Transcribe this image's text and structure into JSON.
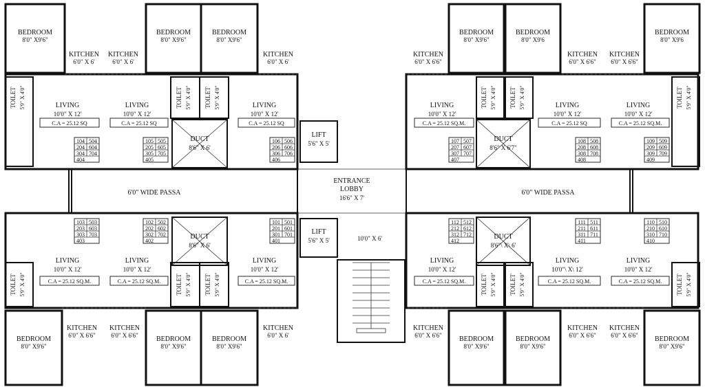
{
  "plan": {
    "lobby": {
      "label_top": "ENTRANCE",
      "label_bottom": "LOBBY",
      "dim": "16'6\" X 7'"
    },
    "lift_top": {
      "label": "LIFT",
      "dim": "5'6\" X 5'"
    },
    "lift_bottom": {
      "label": "LIFT",
      "dim": "5'6\" X 5'"
    },
    "stair": {
      "dim": "10'0\" X 6'"
    },
    "passage_left": "6'0\"  WIDE PASSA",
    "passage_right": "6'0\"  WIDE PASSA",
    "ducts": [
      {
        "label": "DUCT",
        "dim": "8'6\" X 6'"
      },
      {
        "label": "DUCT",
        "dim": "8'6\" X 6'7\""
      },
      {
        "label": "DUCT",
        "dim": "8'6\" X 6'"
      },
      {
        "label": "DUCT",
        "dim": "8'6\"\\ X\\ 6'"
      }
    ],
    "units": [
      {
        "bed": "BEDROOM",
        "bed_dim": "8'0\" X9'6\"",
        "kit": "KITCHEN",
        "kit_dim": "6'0\" X  6'",
        "liv": "LIVING",
        "liv_dim": "10'0\"  X  12'",
        "toilet": "TOILET",
        "toilet_dim": "5'9\" X 4'0\"",
        "ca": "C.A = 25.12 SQ",
        "nums": [
          "104",
          "504",
          "204",
          "604",
          "304",
          "704",
          "404"
        ]
      },
      {
        "bed": "BEDROOM",
        "bed_dim": "8'0\" X9'6\"",
        "kit": "KITCHEN",
        "kit_dim": "6'0\" X  6'",
        "liv": "LIVING",
        "liv_dim": "10'0\"  X  12'",
        "toilet": "TOILET",
        "toilet_dim": "5'9\" X 4'0\"",
        "ca": "C.A = 25.12 SQ",
        "nums": [
          "105",
          "505",
          "205",
          "605",
          "305",
          "705",
          "405"
        ]
      },
      {
        "bed": "BEDROOM",
        "bed_dim": "8'0\" X9'6\"",
        "kit": "KITCHEN",
        "kit_dim": "6'0\" X  6'",
        "liv": "LIVING",
        "liv_dim": "10'0\"  X  12'",
        "toilet": "TOILET",
        "toilet_dim": "5'9\" X 4'0\"",
        "ca": "C.A = 25.12 SQ",
        "nums": [
          "106",
          "506",
          "206",
          "606",
          "306",
          "706",
          "406"
        ]
      },
      {
        "bed": "BEDROOM",
        "bed_dim": "8'0\" X9'6\"",
        "kit": "KITCHEN",
        "kit_dim": "6'0\" X 6'6\"",
        "liv": "LIVING",
        "liv_dim": "10'0\"  X  12'",
        "toilet": "TOILET",
        "toilet_dim": "5'9\" X 4'0\"",
        "ca": "C.A = 25.12 SQ.M.",
        "nums": [
          "107",
          "507",
          "207",
          "607",
          "307",
          "707",
          "407"
        ]
      },
      {
        "bed": "BEDROOM",
        "bed_dim": "8'0\" X9'6",
        "kit": "KITCHEN",
        "kit_dim": "6'0\" X 6'6\"",
        "liv": "LIVING",
        "liv_dim": "10'0\"  X  12'",
        "toilet": "TOILET",
        "toilet_dim": "5'9\" X 4'0\"",
        "ca": "C.A = 25.12 SQ",
        "nums": [
          "108",
          "508",
          "208",
          "608",
          "308",
          "708",
          "408"
        ]
      },
      {
        "bed": "BEDROOM",
        "bed_dim": "8'0\" X9'6",
        "kit": "KITCHEN",
        "kit_dim": "6'0\" X 6'6\"",
        "liv": "LIVING",
        "liv_dim": "10'0\"  X  12'",
        "toilet": "TOILET",
        "toilet_dim": "5'9\" X 4'0\"",
        "ca": "C.A = 25.12 SQ.M.",
        "nums": [
          "109",
          "509",
          "209",
          "609",
          "309",
          "709",
          "409"
        ]
      },
      {
        "bed": "BEDROOM",
        "bed_dim": "8'0\" X9'6\"",
        "kit": "KITCHEN",
        "kit_dim": "6'0\" X 6'6\"",
        "liv": "LIVING",
        "liv_dim": "10'0\"  X  12'",
        "toilet": "TOILET",
        "toilet_dim": "5'9\" X 4'0\"",
        "ca": "C.A = 25.12 SQ.M.",
        "nums": [
          "103",
          "503",
          "203",
          "603",
          "303",
          "703",
          "403"
        ]
      },
      {
        "bed": "BEDROOM",
        "bed_dim": "8'0\" X9'6\"",
        "kit": "KITCHEN",
        "kit_dim": "6'0\" X 6'6\"",
        "liv": "LIVING",
        "liv_dim": "10'0\"  X  12'",
        "toilet": "TOILET",
        "toilet_dim": "5'9\" X 4'0\"",
        "ca": "C.A = 25.12 SQ.M.",
        "nums": [
          "102",
          "502",
          "202",
          "602",
          "302",
          "702",
          "402"
        ]
      },
      {
        "bed": "BEDROOM",
        "bed_dim": "8'0\" X9'6\"",
        "kit": "KITCHEN",
        "kit_dim": "6'0\" X  6'",
        "liv": "LIVING",
        "liv_dim": "10'0\"  X  12'",
        "toilet": "TOILET",
        "toilet_dim": "5'9\" X 4'0\"",
        "ca": "C.A = 25.12 SQ.M.",
        "nums": [
          "101",
          "501",
          "201",
          "601",
          "301",
          "701",
          "401"
        ]
      },
      {
        "bed": "BEDROOM",
        "bed_dim": "8'0\" X9'6\"",
        "kit": "KITCHEN",
        "kit_dim": "6'0\" X 6'6\"",
        "liv": "LIVING",
        "liv_dim": "10'0\"  X  12'",
        "toilet": "TOILET",
        "toilet_dim": "5'9\" X 4'0\"",
        "ca": "C.A = 25.12 SQ.M.",
        "nums": [
          "112",
          "512",
          "212",
          "612",
          "312",
          "712",
          "412"
        ]
      },
      {
        "bed": "BEDROOM",
        "bed_dim": "8'0\" X9'6\"",
        "kit": "KITCHEN",
        "kit_dim": "6'0\" X 6'6\"",
        "liv": "LIVING",
        "liv_dim": "10'0\"\\ X\\ 12'",
        "toilet": "TOILET",
        "toilet_dim": "5'9\" X 4'0\"",
        "ca": "C.A = 25.12 SQ.M.",
        "nums": [
          "111",
          "511",
          "211",
          "611",
          "311",
          "711",
          "411"
        ]
      },
      {
        "bed": "BEDROOM",
        "bed_dim": "8'0\" X9'6\"",
        "kit": "KITCHEN",
        "kit_dim": "6'0\" X 6'6\"",
        "liv": "LIVING",
        "liv_dim": "10'0\"  X  12'",
        "toilet": "TOILET",
        "toilet_dim": "5'9\" X 4'0\"",
        "ca": "C.A = 25.12 SQ.M.",
        "nums": [
          "110",
          "510",
          "210",
          "610",
          "310",
          "710",
          "410"
        ]
      }
    ]
  }
}
